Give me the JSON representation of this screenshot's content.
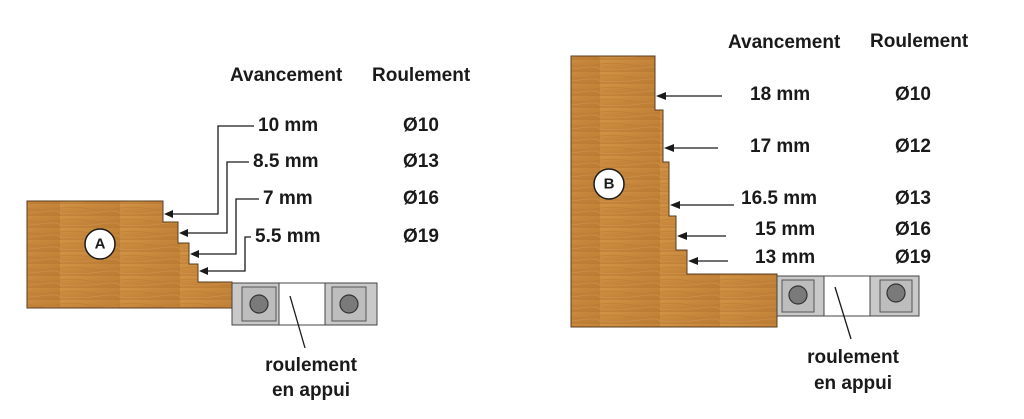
{
  "diagram_a": {
    "label": "A",
    "header_feed": "Avancement",
    "header_bearing": "Roulement",
    "rows": [
      {
        "feed": "10 mm",
        "bearing": "Ø10"
      },
      {
        "feed": "8.5 mm",
        "bearing": "Ø13"
      },
      {
        "feed": "7 mm",
        "bearing": "Ø16"
      },
      {
        "feed": "5.5 mm",
        "bearing": "Ø19"
      }
    ],
    "caption_line1": "roulement",
    "caption_line2": "en appui"
  },
  "diagram_b": {
    "label": "B",
    "header_feed": "Avancement",
    "header_bearing": "Roulement",
    "rows": [
      {
        "feed": "18 mm",
        "bearing": "Ø10"
      },
      {
        "feed": "17 mm",
        "bearing": "Ø12"
      },
      {
        "feed": "16.5 mm",
        "bearing": "Ø13"
      },
      {
        "feed": "15 mm",
        "bearing": "Ø16"
      },
      {
        "feed": "13 mm",
        "bearing": "Ø19"
      }
    ],
    "caption_line1": "roulement",
    "caption_line2": "en appui"
  },
  "colors": {
    "wood": "#c98a3e",
    "wood_dark": "#a86c28",
    "outline": "#4a3218",
    "bearing_body": "#c4c4c4",
    "bearing_center": "#ffffff",
    "bolt": "#7a7a7a"
  }
}
